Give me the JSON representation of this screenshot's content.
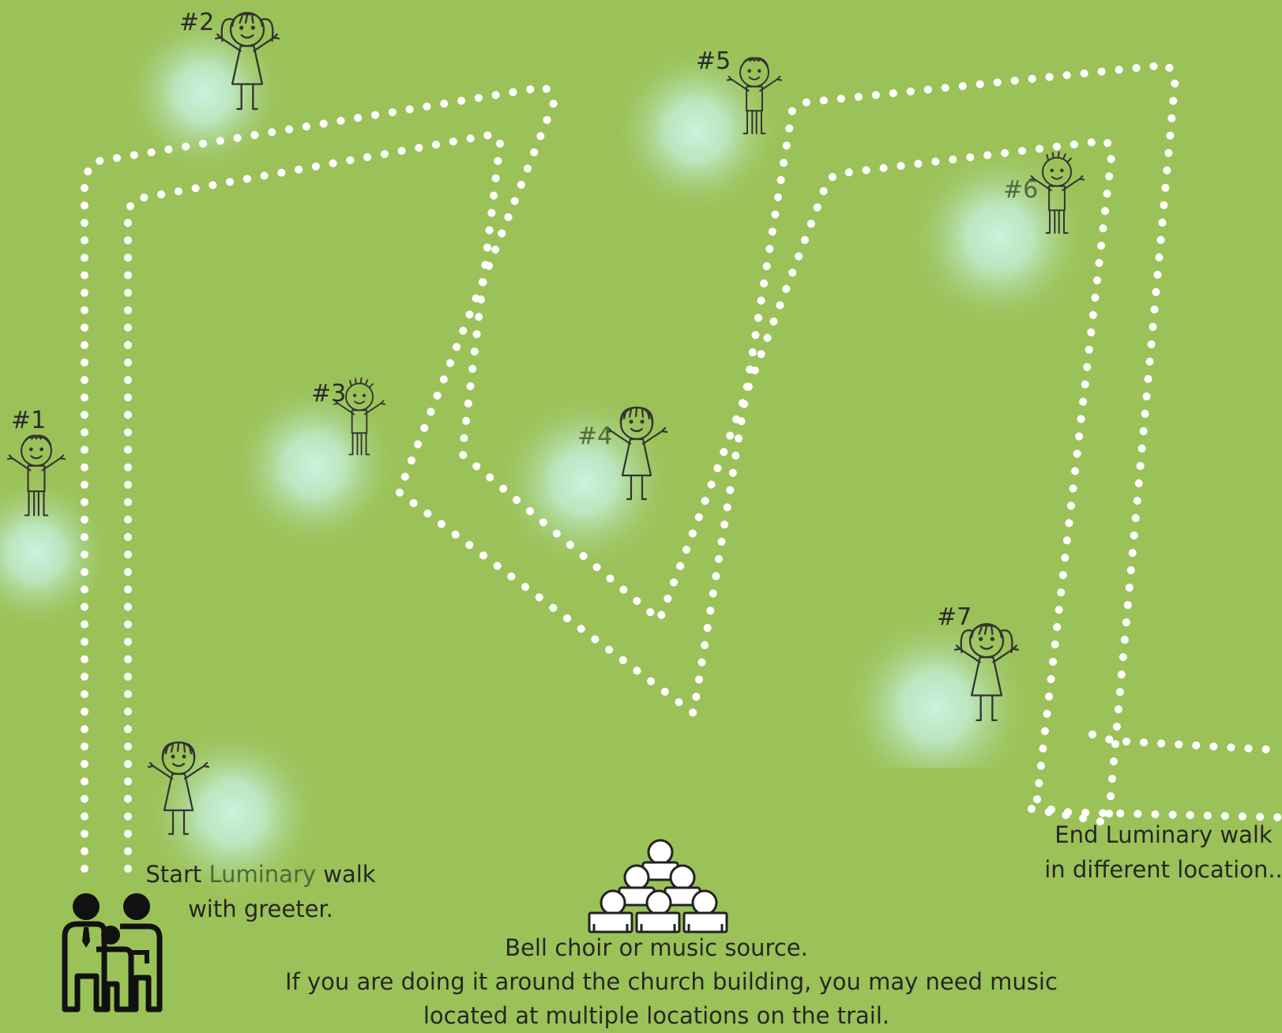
{
  "stations": [
    {
      "number": "#1",
      "figure": "boy"
    },
    {
      "number": "#2",
      "figure": "girl-pigtails"
    },
    {
      "number": "#3",
      "figure": "boy-spiky"
    },
    {
      "number": "#4",
      "figure": "girl-bangs"
    },
    {
      "number": "#5",
      "figure": "boy"
    },
    {
      "number": "#6",
      "figure": "boy-spiky"
    },
    {
      "number": "#7",
      "figure": "girl-pigtails"
    }
  ],
  "start": {
    "line1_prefix": "Start",
    "line1_highlight": "Luminary",
    "line1_suffix": "walk",
    "line2": "with greeter.",
    "icon": "family-icon"
  },
  "end": {
    "line1": "End Luminary walk",
    "line2": "in different location.."
  },
  "music": {
    "icon": "bell-choir-icon",
    "line1": "Bell choir or music source.",
    "line2": "If you are doing it around the church building, you may need music",
    "line3": "located at multiple locations on the trail."
  },
  "colors": {
    "background": "#9bc258",
    "path_dots": "#ffffff",
    "glow": "#c4f0da",
    "ink": "#333333"
  }
}
